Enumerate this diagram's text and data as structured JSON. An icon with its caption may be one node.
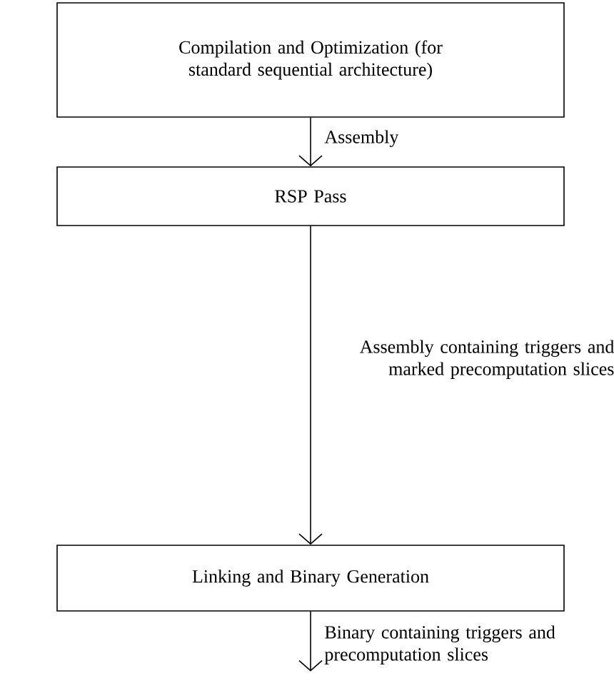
{
  "diagram": {
    "nodes": [
      {
        "text": [
          "Compilation and Optimization (for standard sequential architecture)"
        ]
      },
      {
        "text": [
          "RSP Pass"
        ]
      },
      {
        "text": [
          "Linking and Binary Generation"
        ]
      }
    ],
    "edges": [
      {
        "from": 0,
        "to": 1,
        "arrow": "to",
        "label": "Assembly"
      },
      {
        "from": 1,
        "to": 2,
        "arrow": "to",
        "label": "Assembly containing triggers and marked precomputation slices"
      },
      {
        "from": 2,
        "to": null,
        "arrow": "to",
        "label": "Binary containing triggers and precomputation slices"
      }
    ]
  }
}
